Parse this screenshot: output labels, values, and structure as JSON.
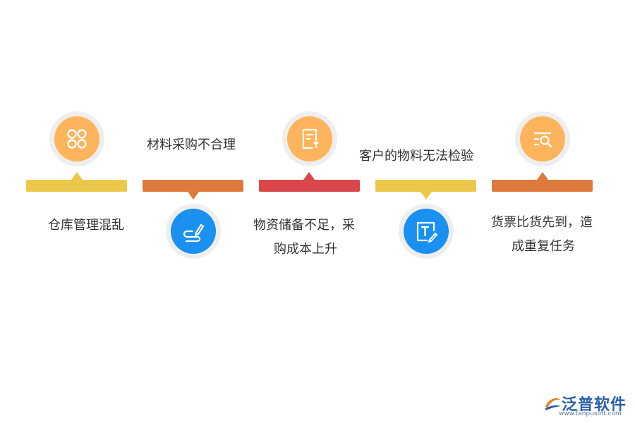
{
  "steps": [
    {
      "label": "仓库管理混乱",
      "color": "#ecc84a",
      "icon": "grid-icon",
      "icon_bg": "#fdb45c"
    },
    {
      "label": "材料采购不合理",
      "color": "#dd7a3c",
      "icon": "pen-path-icon",
      "icon_bg": "#1a90f0"
    },
    {
      "label_line1": "物资储备不足，采",
      "label_line2": "购成本上升",
      "color": "#d9474a",
      "icon": "document-upload-icon",
      "icon_bg": "#fdb45c"
    },
    {
      "label": "客户的物料无法检验",
      "color": "#ecc84a",
      "icon": "text-edit-icon",
      "icon_bg": "#1a90f0"
    },
    {
      "label_line1": "货票比货先到，造",
      "label_line2": "成重复任务",
      "color": "#dd7a3c",
      "icon": "search-list-icon",
      "icon_bg": "#fdb45c"
    }
  ],
  "logo": {
    "name": "泛普软件",
    "url": "www.fanpusoft.com"
  }
}
